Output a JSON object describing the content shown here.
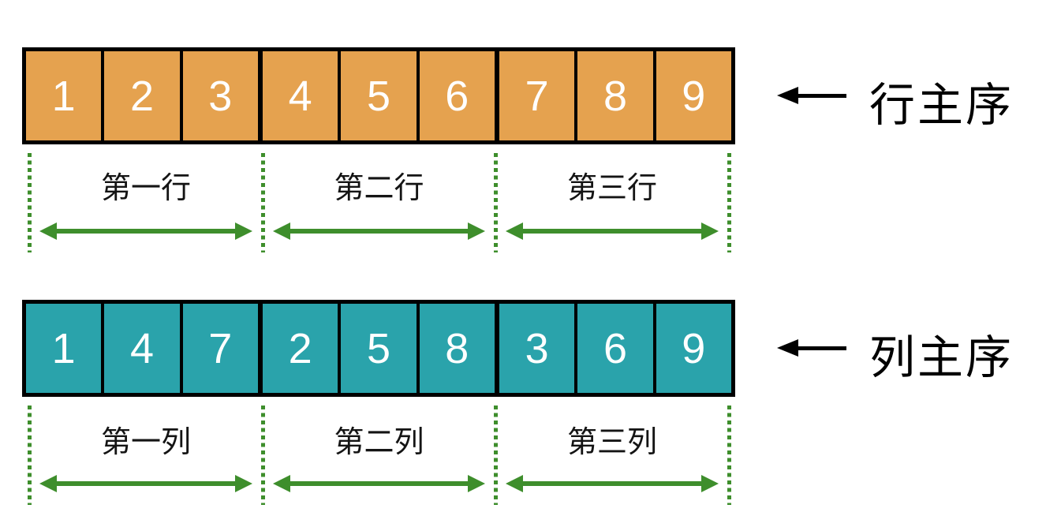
{
  "colors": {
    "row_major_cell_fill": "#E5A24F",
    "column_major_cell_fill": "#2AA3AB",
    "bracket_green": "#3E8E2C",
    "pointer_black": "#000000",
    "cell_text": "#FFFFFF",
    "label_text": "#141414",
    "background": "#FFFFFF"
  },
  "row_major_section": {
    "cells": [
      "1",
      "2",
      "3",
      "4",
      "5",
      "6",
      "7",
      "8",
      "9"
    ],
    "group_labels": [
      "第一行",
      "第二行",
      "第三行"
    ],
    "pointer_label": "行主序"
  },
  "column_major_section": {
    "cells": [
      "1",
      "4",
      "7",
      "2",
      "5",
      "8",
      "3",
      "6",
      "9"
    ],
    "group_labels": [
      "第一列",
      "第二列",
      "第三列"
    ],
    "pointer_label": "列主序"
  }
}
